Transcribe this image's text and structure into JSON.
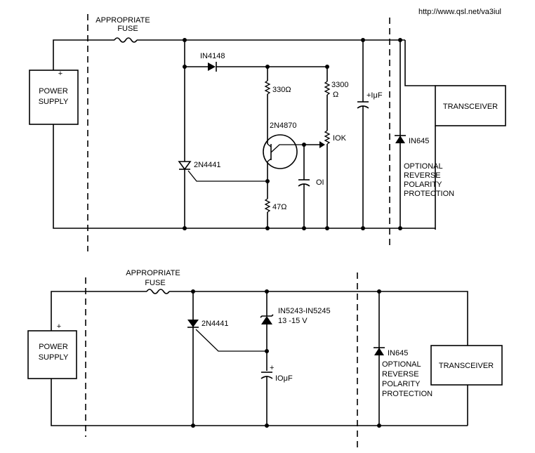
{
  "url": "http://www.qsl.net/va3iul",
  "top": {
    "fuse": [
      "APPROPRIATE",
      "FUSE"
    ],
    "power_supply": [
      "POWER",
      "SUPPLY"
    ],
    "plus": "+",
    "d_1n4148": "IN4148",
    "r330": "330Ω",
    "r3300": [
      "3300",
      "Ω"
    ],
    "cap_1uf": "+IμF",
    "q_2n4870": "2N4870",
    "pot_10k": "IOK",
    "scr": "2N4441",
    "cap_01": "OI",
    "r47": "47Ω",
    "d_1n645": "IN645",
    "optional": [
      "OPTIONAL",
      "REVERSE",
      "POLARITY",
      "PROTECTION"
    ],
    "transceiver": "TRANSCEIVER"
  },
  "bottom": {
    "fuse": [
      "APPROPRIATE",
      "FUSE"
    ],
    "power_supply": [
      "POWER",
      "SUPPLY"
    ],
    "plus": "+",
    "scr": "2N4441",
    "zener": [
      "IN5243-IN5245",
      "13 -15 V"
    ],
    "cap_plus": "+",
    "cap": "IOμF",
    "d_1n645": "IN645",
    "optional": [
      "OPTIONAL",
      "REVERSE",
      "POLARITY",
      "PROTECTION"
    ],
    "transceiver": "TRANSCEIVER"
  }
}
